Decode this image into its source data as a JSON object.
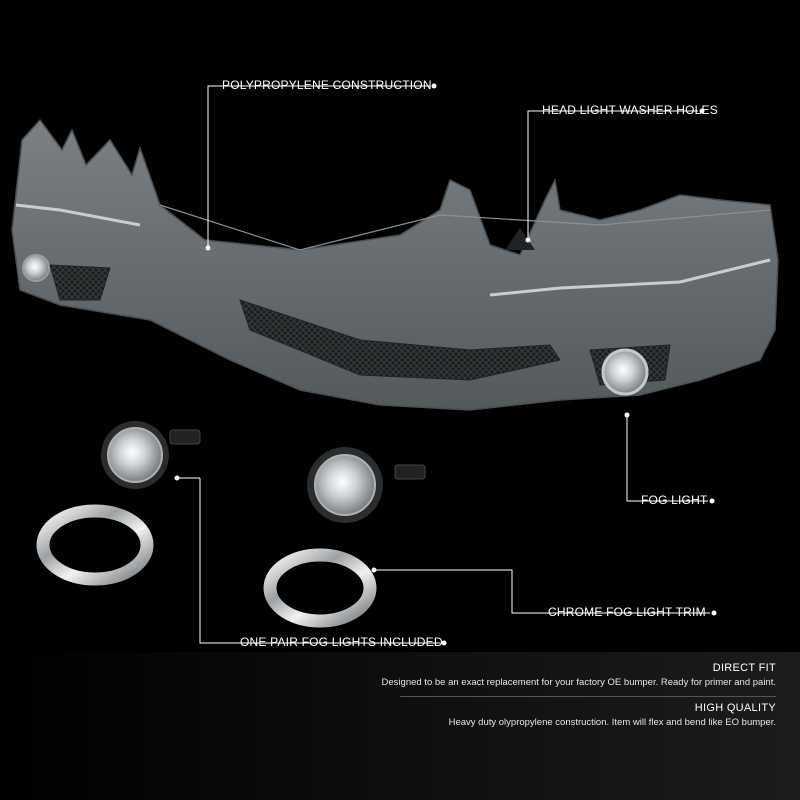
{
  "callouts": {
    "polypropylene": "POLYPROPYLENE CONSTRUCTION",
    "washer_holes": "HEAD LIGHT WASHER HOLES",
    "fog_light": "FOG LIGHT",
    "chrome_trim": "CHROME FOG LIGHT TRIM",
    "pair_included": "ONE PAIR FOG LIGHTS INCLUDED"
  },
  "features": [
    {
      "title": "DIRECT FIT",
      "description": "Designed to be an exact replacement for your factory OE bumper. Ready for primer and paint."
    },
    {
      "title": "HIGH QUALITY",
      "description": "Heavy duty olypropylene construction. Item will flex and bend like EO bumper."
    }
  ],
  "colors": {
    "background": "#000000",
    "bumper": "#6b7175",
    "callout_line": "#ffffff",
    "footer": "#1c1c1c"
  }
}
